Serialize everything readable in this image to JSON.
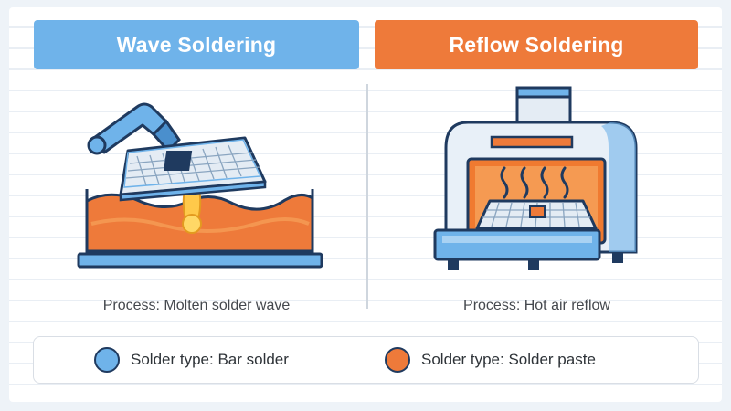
{
  "panels": {
    "left": {
      "title": "Wave Soldering",
      "caption": "Process: Molten solder wave",
      "color": "#6fb3ea"
    },
    "right": {
      "title": "Reflow Soldering",
      "caption": "Process: Hot air reflow",
      "color": "#ee7a3a"
    }
  },
  "legend": {
    "items": [
      {
        "label": "Solder type: Bar solder",
        "color": "#6fb3ea"
      },
      {
        "label": "Solder type: Solder paste",
        "color": "#ee7a3a"
      }
    ]
  }
}
